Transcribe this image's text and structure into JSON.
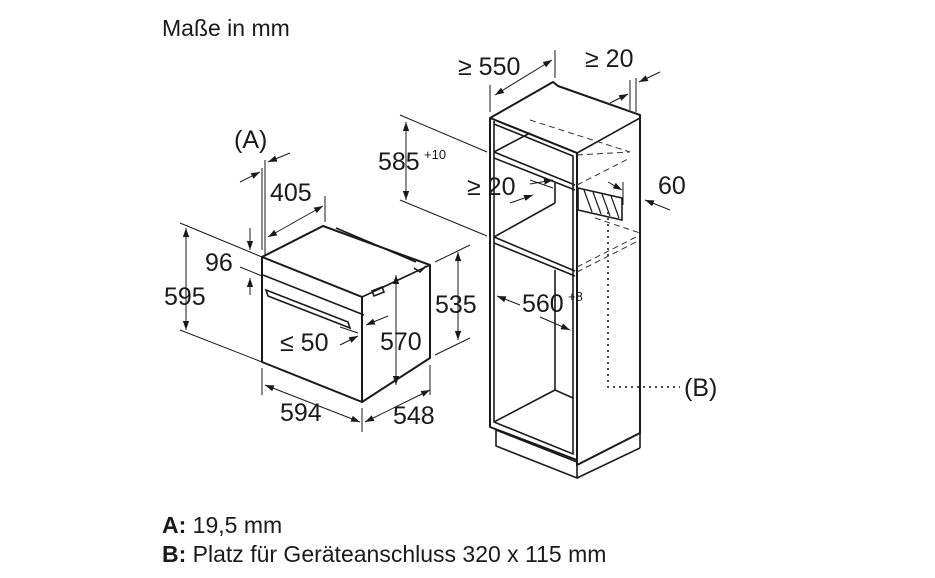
{
  "title": "Maße in mm",
  "oven": {
    "label_a": "(A)",
    "depth_top": "405",
    "panel_height": "96",
    "height": "595",
    "door_gap": "≤ 50",
    "inner_height": "570",
    "side_height": "535",
    "width": "594",
    "depth": "548"
  },
  "cabinet": {
    "depth": "≥ 550",
    "rear_gap": "≥ 20",
    "niche_height": "585",
    "niche_height_tol": "+10",
    "shelf_gap": "≥ 20",
    "vent_height": "60",
    "niche_width": "560",
    "niche_width_tol": "+8",
    "label_b": "(B)"
  },
  "legend": [
    {
      "key": "A:",
      "text": "19,5 mm"
    },
    {
      "key": "B:",
      "text": "Platz für Geräteanschluss 320 x 115 mm"
    }
  ]
}
